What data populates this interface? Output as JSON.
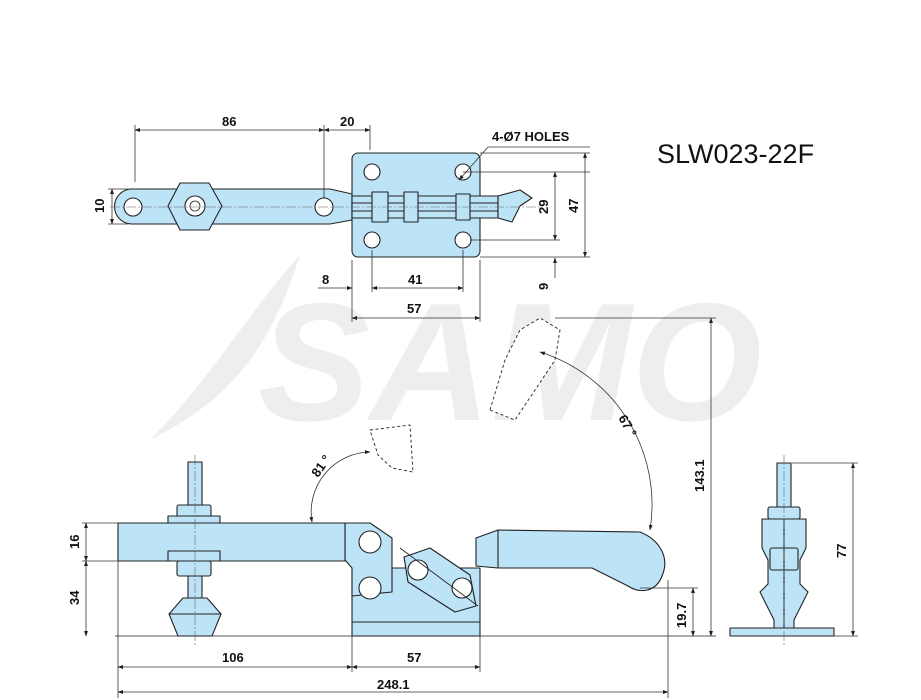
{
  "model": "SLW023-22F",
  "watermark": "SAMO",
  "holes_note": "4-Ø7 HOLES",
  "top_view_dims": {
    "d86": "86",
    "d20": "20",
    "d10": "10",
    "d29": "29",
    "d47": "47",
    "d8": "8",
    "d41": "41",
    "d57": "57",
    "d9": "9"
  },
  "side_view_dims": {
    "d16": "16",
    "d34": "34",
    "d106": "106",
    "d57": "57",
    "d248": "248.1",
    "d19": "19.7",
    "d143": "143.1",
    "ang81": "81 °",
    "ang67": "67 °"
  },
  "end_view_dims": {
    "d77": "77"
  },
  "colors": {
    "part_fill": "#bde3f7",
    "line": "#222222"
  }
}
